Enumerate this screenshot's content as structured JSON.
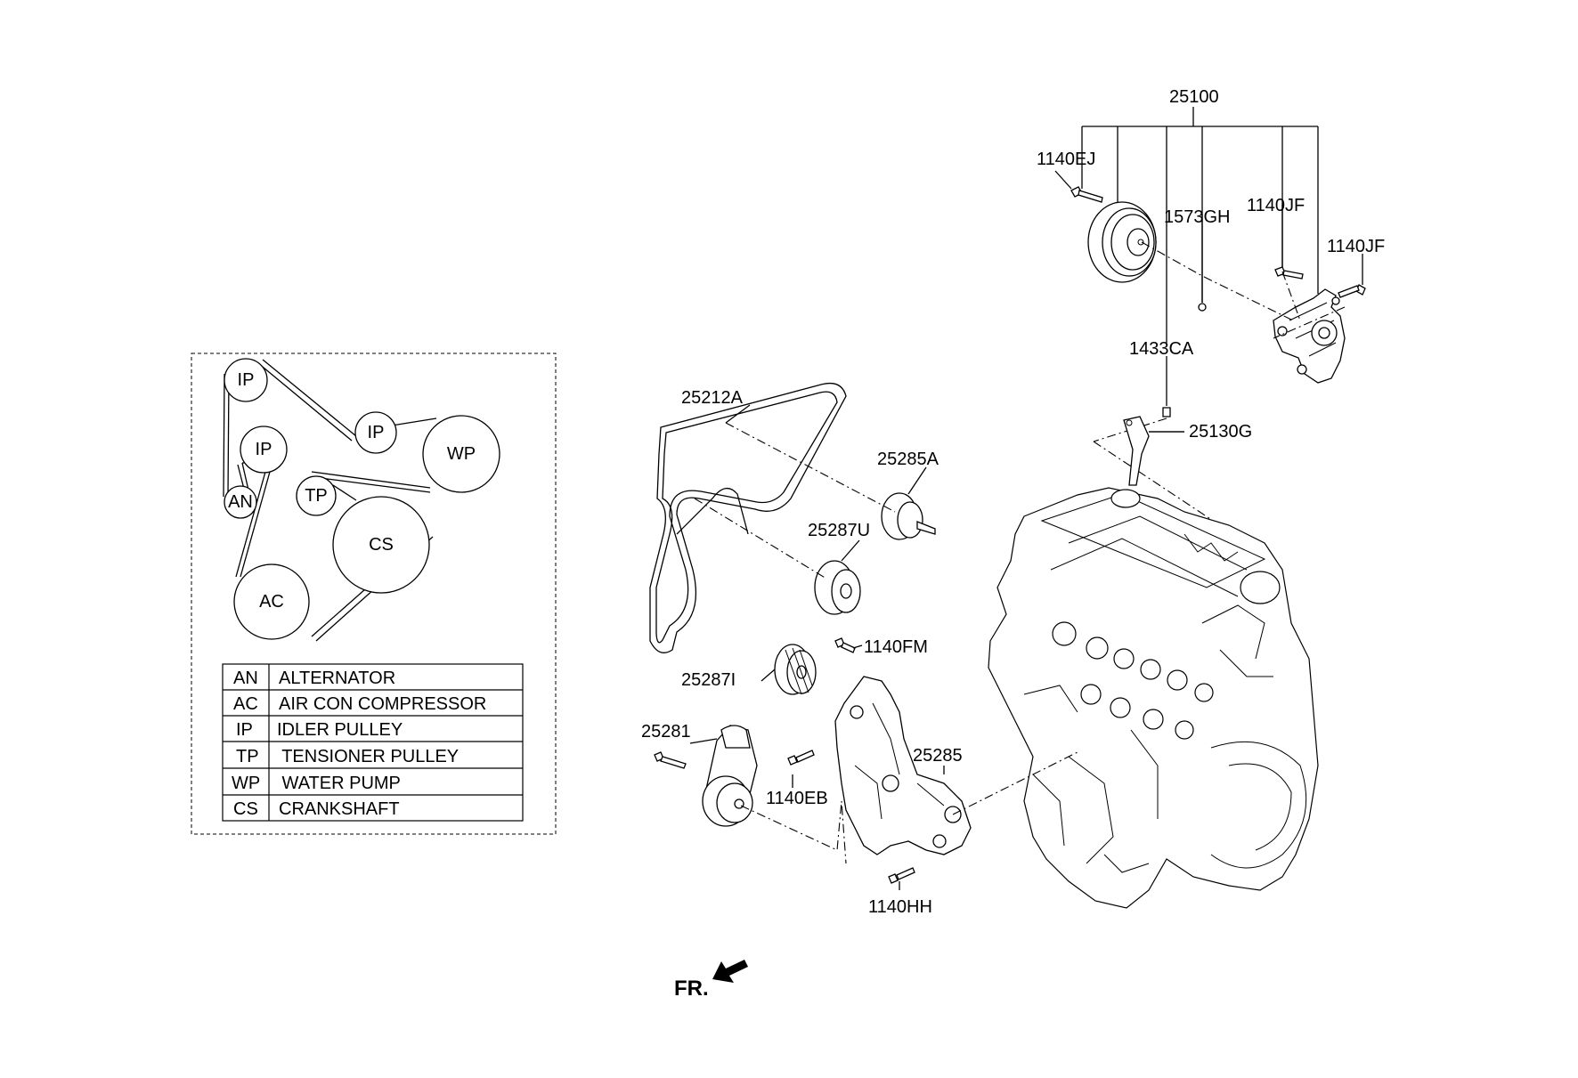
{
  "routing": {
    "pulleys": [
      "IP",
      "IP",
      "IP",
      "WP",
      "AN",
      "TP",
      "CS",
      "AC"
    ]
  },
  "legend": [
    {
      "code": "AN",
      "name": "ALTERNATOR"
    },
    {
      "code": "AC",
      "name": "AIR CON COMPRESSOR"
    },
    {
      "code": "IP",
      "name": "IDLER PULLEY"
    },
    {
      "code": "TP",
      "name": " TENSIONER PULLEY"
    },
    {
      "code": "WP",
      "name": " WATER PUMP"
    },
    {
      "code": "CS",
      "name": "CRANKSHAFT"
    }
  ],
  "callouts": {
    "water_pump_assy": "25100",
    "bolt_ej": "1140EJ",
    "plug_gh": "1573GH",
    "bolt_jf_1": "1140JF",
    "bolt_jf_2": "1140JF",
    "pin_ca": "1433CA",
    "gasket": "25130G",
    "belt": "25212A",
    "idler_a": "25285A",
    "idler_u": "25287U",
    "bolt_fm": "1140FM",
    "idler_i": "25287I",
    "tensioner": "25281",
    "bolt_eb": "1140EB",
    "bracket": "25285",
    "bolt_hh": "1140HH"
  },
  "front_indicator": "FR."
}
